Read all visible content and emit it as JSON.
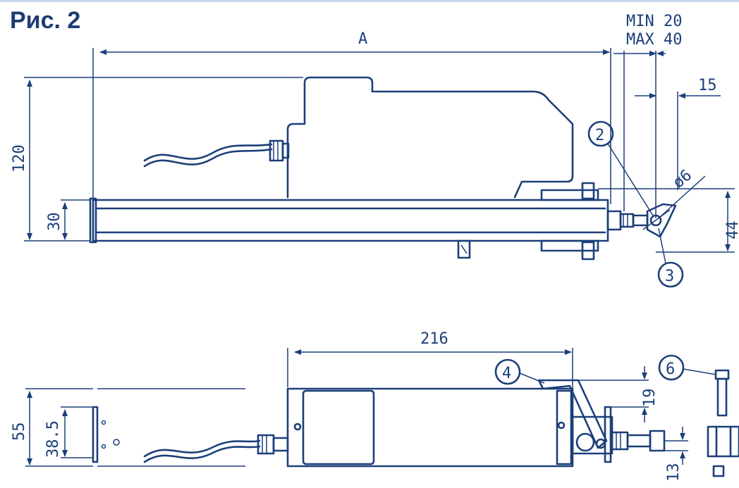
{
  "figure": {
    "title": "Рис. 2",
    "colors": {
      "line": "#1c3f7a",
      "title": "#1f3c72",
      "rule": "#c9d6ea"
    }
  },
  "dimensions": {
    "a": "A",
    "min": "MIN 20",
    "max": "MAX 40",
    "d15": "15",
    "d120": "120",
    "d30": "30",
    "phi6": "ø6",
    "d44": "44",
    "d216": "216",
    "d19": "19",
    "d55": "55",
    "d38_5": "38.5",
    "d13": "13"
  },
  "callouts": [
    "2",
    "3",
    "4",
    "6"
  ]
}
